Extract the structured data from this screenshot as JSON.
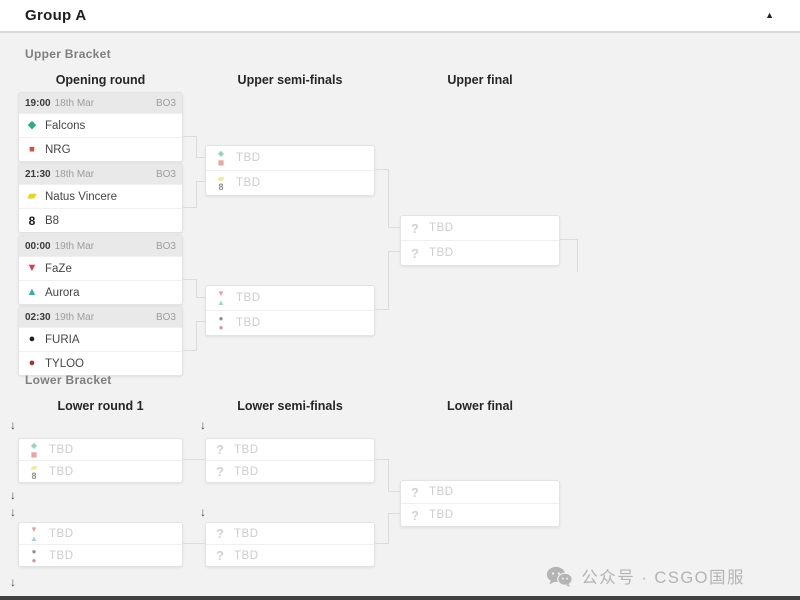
{
  "header": {
    "title": "Group A"
  },
  "icons": {
    "collapse_caret": "▲",
    "drop_arrow": "↓",
    "tbd_question": "?",
    "falcons": "◆",
    "nrg": "◼",
    "navi": "▰",
    "b8": "8",
    "faze": "▼",
    "aurora": "▲",
    "furia": "●",
    "tyloo": "●"
  },
  "labels": {
    "tbd": "TBD"
  },
  "upper_bracket": {
    "label": "Upper Bracket",
    "columns": [
      "Opening round",
      "Upper semi-finals",
      "Upper final"
    ],
    "opening_matches": [
      {
        "time": "19:00",
        "date": "18th Mar",
        "format": "BO3",
        "teams": [
          {
            "name": "Falcons"
          },
          {
            "name": "NRG"
          }
        ]
      },
      {
        "time": "21:30",
        "date": "18th Mar",
        "format": "BO3",
        "teams": [
          {
            "name": "Natus Vincere"
          },
          {
            "name": "B8"
          }
        ]
      },
      {
        "time": "00:00",
        "date": "19th Mar",
        "format": "BO3",
        "teams": [
          {
            "name": "FaZe"
          },
          {
            "name": "Aurora"
          }
        ]
      },
      {
        "time": "02:30",
        "date": "19th Mar",
        "format": "BO3",
        "teams": [
          {
            "name": "FURIA"
          },
          {
            "name": "TYLOO"
          }
        ]
      }
    ]
  },
  "lower_bracket": {
    "label": "Lower Bracket",
    "columns": [
      "Lower round 1",
      "Lower semi-finals",
      "Lower final"
    ]
  },
  "footer": {
    "watermark": "公众号 · CSGO国服"
  },
  "colors": {
    "falcons": "#27ae7f",
    "nrg": "#d94b3b",
    "navi": "#f0d900",
    "b8": "#1a1a1a",
    "faze": "#e03a55",
    "aurora": "#25b8a2",
    "furia": "#222222",
    "tyloo": "#a8322c",
    "page_bg": "#f2f2f2",
    "card_bg": "#ffffff",
    "connector": "#dcdcdc",
    "bottom_bar": "#414141"
  }
}
